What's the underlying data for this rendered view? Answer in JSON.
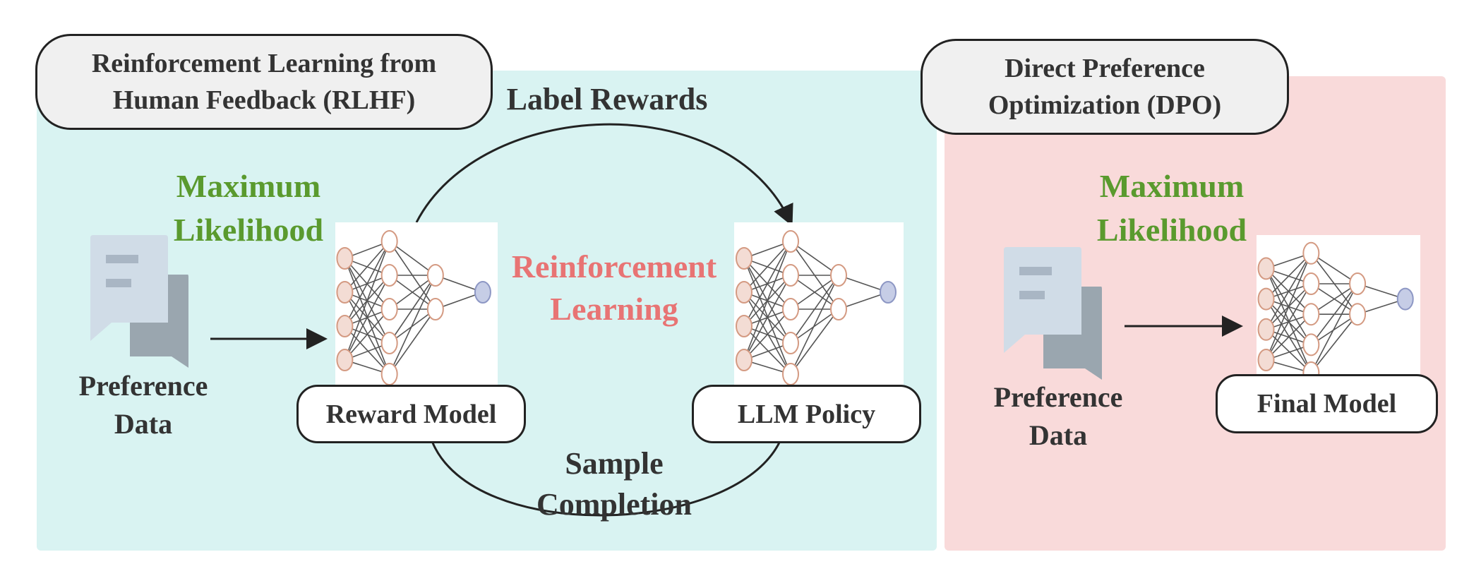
{
  "rlhf": {
    "title_line1": "Reinforcement Learning from",
    "title_line2": "Human Feedback (RLHF)",
    "max_likelihood_line1": "Maximum",
    "max_likelihood_line2": "Likelihood",
    "preference_line1": "Preference",
    "preference_line2": "Data",
    "reward_model": "Reward Model",
    "llm_policy": "LLM Policy",
    "label_rewards": "Label Rewards",
    "rl_line1": "Reinforcement",
    "rl_line2": "Learning",
    "sample_line1": "Sample",
    "sample_line2": "Completion"
  },
  "dpo": {
    "title_line1": "Direct Preference",
    "title_line2": "Optimization (DPO)",
    "max_likelihood_line1": "Maximum",
    "max_likelihood_line2": "Likelihood",
    "preference_line1": "Preference",
    "preference_line2": "Data",
    "final_model": "Final Model"
  },
  "colors": {
    "rlhf_bg": "#d9f3f2",
    "dpo_bg": "#f9dada",
    "green_text": "#5a9a2e",
    "red_text": "#e87474",
    "node_input": "#f3dcd4",
    "node_output": "#c6cde6"
  },
  "icons": {
    "preference": "chat-bubbles-icon",
    "network": "neural-network-icon"
  }
}
